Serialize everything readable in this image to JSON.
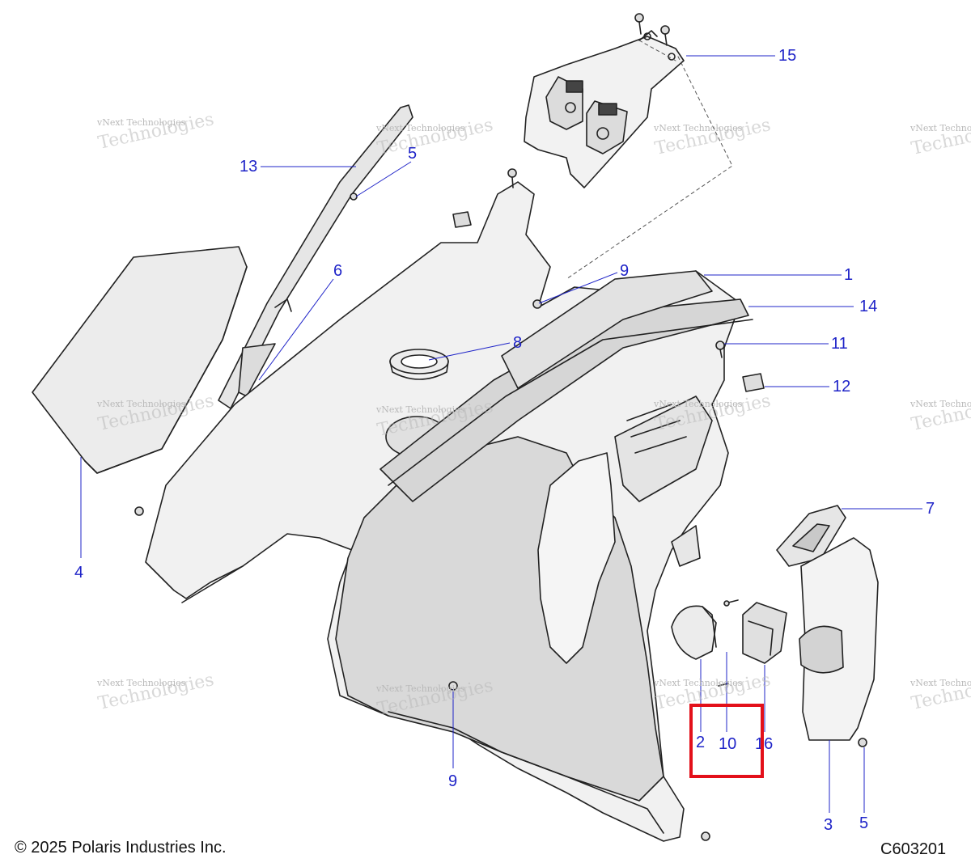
{
  "diagram": {
    "callouts": {
      "c15": "15",
      "c13": "13",
      "c5a": "5",
      "c6": "6",
      "c9a": "9",
      "c1": "1",
      "c14": "14",
      "c8": "8",
      "c11": "11",
      "c12": "12",
      "c7": "7",
      "c4": "4",
      "c9b": "9",
      "c2": "2",
      "c10": "10",
      "c16": "16",
      "c3": "3",
      "c5b": "5"
    },
    "watermark": {
      "small": "vNext Technologies",
      "big": "Technologies"
    },
    "highlight_color": "#e3101a",
    "callout_color": "#1f24c8"
  },
  "footer": {
    "copyright": "© 2025 Polaris Industries Inc.",
    "code": "C603201"
  }
}
